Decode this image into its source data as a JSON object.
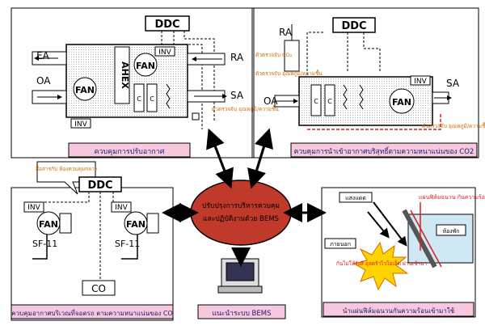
{
  "panels": {
    "ahu": {
      "controller": "DDC",
      "exhaust_air": "EA",
      "outside_air": "OA",
      "return_air": "RA",
      "supply_air": "SA",
      "fan_top": "FAN",
      "fan_bottom": "FAN",
      "heat_exchanger": "AHEX",
      "inverter_top": "INV",
      "inverter_bottom": "INV",
      "coil_c": "C",
      "sensor_note": "ตัวตรวจจับ อุณหภูมิ/ความชื้น",
      "caption": "ควบคุมการปรับอากาศ"
    },
    "outdoor_air": {
      "controller": "DDC",
      "return_air": "RA",
      "outside_air": "OA",
      "supply_air": "SA",
      "fan": "FAN",
      "inverter": "INV",
      "coil_c": "C",
      "co2_sensor_note": "ตัวตรวจจับ CO₂",
      "humidity_note": "ตัวตรวจจับ อุณหภูมิ/ความชื้น",
      "sa_sensor_note": "ตัวตรวจจับ อุณหภูมิ/ความชื้น",
      "caption": "ควบคุมการนำเข้าอากาศบริสุทธิ์ตามความหนาแน่นของ CO2"
    },
    "parking": {
      "controller": "DDC",
      "callout": "สื่อสารกับ ห้องควบคุมกลาง",
      "inverter_left": "INV",
      "inverter_right": "INV",
      "fan_left": "FAN",
      "fan_right": "FAN",
      "fan_label_left": "SF-11",
      "fan_label_right": "SF-11",
      "co_sensor": "CO",
      "caption": "ควบคุมอากาศบริเวณที่จอดรถ ตามความหนาแน่นของ CO"
    },
    "bems": {
      "center_line1": "ปรับปรุงการบริหารควบคุม",
      "center_line2": "และปฏิบัติงานด้วย BEMS",
      "caption": "แนะนำระบบ BEMS"
    },
    "film": {
      "sunlight": "แสงแดด",
      "outside": "ภายนอก",
      "room": "ห้องพัก",
      "film_note": "แผ่นฟิล์มฉนวน กันความร้อน",
      "burst_note": "กันไม่ให้รังสี อุลตร้าไวโอเล็ต ผ่านเข้ามา",
      "caption": "นำแผ่นฟิล์มฉนวนกันความร้อนเข้ามาใช้"
    }
  },
  "colors": {
    "caption_bg": "#f7c8de",
    "caption_text": "#1a1a6e",
    "bems_ellipse": "#c0392b",
    "orange_note": "#d46a00",
    "burst": "#ffd400",
    "sensor": "#d62020"
  }
}
